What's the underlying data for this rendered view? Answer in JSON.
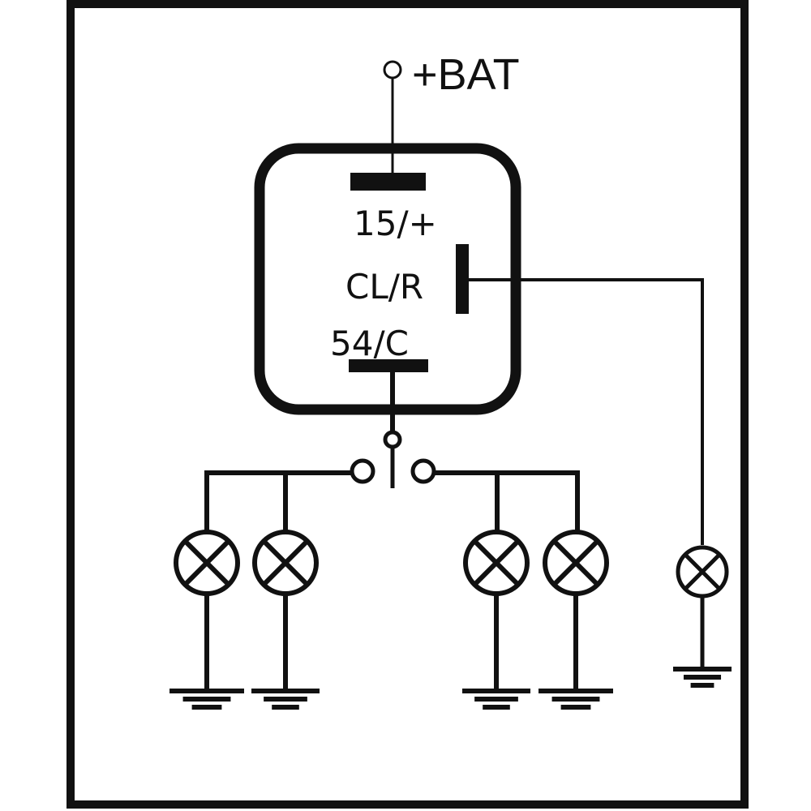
{
  "diagram": {
    "title": "Flasher relay wiring",
    "colors": {
      "ink": "#111111",
      "background": "#ffffff"
    },
    "supply": {
      "label": "+BAT"
    },
    "relay": {
      "terminals": [
        {
          "id": "15",
          "label": "15/+"
        },
        {
          "id": "cl",
          "label": "CL/R"
        },
        {
          "id": "54",
          "label": "54/C"
        }
      ]
    },
    "switch": {
      "type": "three-position changeover",
      "positions": [
        "left",
        "center",
        "right"
      ]
    },
    "lamps": [
      {
        "id": "left-1",
        "group": "left"
      },
      {
        "id": "left-2",
        "group": "left"
      },
      {
        "id": "right-1",
        "group": "right"
      },
      {
        "id": "right-2",
        "group": "right"
      },
      {
        "id": "indicator",
        "group": "indicator"
      }
    ],
    "grounds": 5
  }
}
